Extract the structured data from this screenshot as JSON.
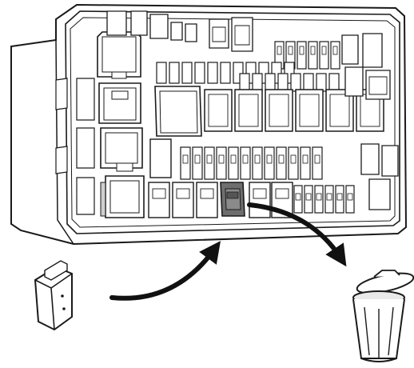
{
  "diagram": {
    "subject": "fuse-box-component-replacement",
    "components": {
      "fuse_box": "fuse-box-housing",
      "removed_item": "highlighted-fuse",
      "new_item": "replacement-fuse",
      "disposal": "trash-can-icon"
    },
    "colors": {
      "line": "#1a1a1a",
      "fill": "#ffffff",
      "highlight": "#6e6e6e",
      "shadow": "#cfcfcf",
      "arrow": "#111111"
    },
    "flow": [
      {
        "from": "new_item",
        "to": "fuse_box",
        "meaning": "insert"
      },
      {
        "from": "removed_item",
        "to": "disposal",
        "meaning": "discard"
      }
    ]
  }
}
